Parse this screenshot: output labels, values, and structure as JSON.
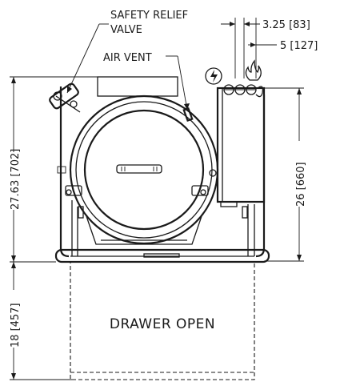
{
  "labels": {
    "safety_relief_valve_line1": "SAFETY RELIEF",
    "safety_relief_valve_line2": "VALVE",
    "air_vent": "AIR VENT",
    "drawer_open": "DRAWER OPEN"
  },
  "dimensions": {
    "dim_325": "3.25 [83]",
    "dim_5": "5 [127]",
    "dim_height": "27.63 [702]",
    "dim_cabinet": "26 [660]",
    "dim_drawer": "18 [457]"
  },
  "icons": [
    "electrical-icon",
    "gas-flame-icon"
  ]
}
